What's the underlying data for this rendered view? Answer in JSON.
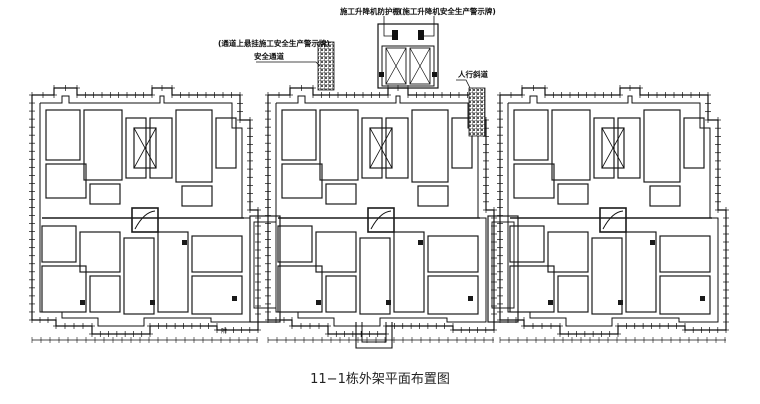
{
  "annotations": {
    "hoist_guard_shed": "施工升降机防护棚",
    "hoist_safety_sign": "(施工升降机安全生产警示牌)",
    "passage_safety_sign": "(通道上悬挂施工安全生产警示牌)",
    "safety_passage": "安全通道",
    "pedestrian_ramp": "人行斜道",
    "small_note": "附"
  },
  "caption": "11−1栋外架平面布置图",
  "colors": {
    "line": "#111111",
    "wall": "#1a1a1a",
    "mesh": "#333333",
    "background": "#ffffff"
  },
  "units": [
    {
      "id": "left"
    },
    {
      "id": "middle"
    },
    {
      "id": "right"
    }
  ]
}
